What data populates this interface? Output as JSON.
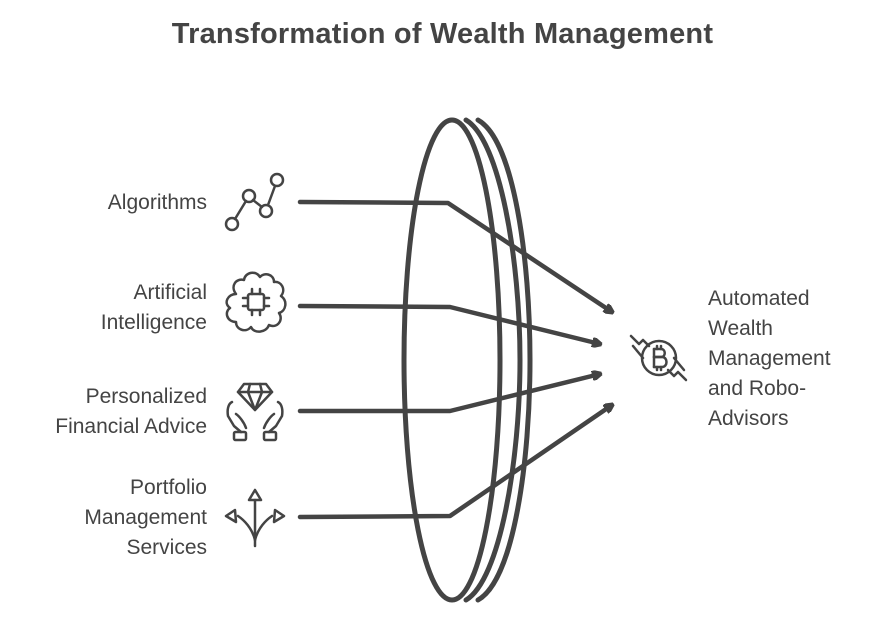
{
  "title": "Transformation of Wealth Management",
  "inputs": [
    {
      "id": "algorithms",
      "icon": "chart-line-icon",
      "lines": [
        "Algorithms"
      ]
    },
    {
      "id": "ai",
      "icon": "brain-chip-icon",
      "lines": [
        "Artificial",
        "Intelligence"
      ]
    },
    {
      "id": "advice",
      "icon": "hands-diamond-icon",
      "lines": [
        "Personalized",
        "Financial Advice"
      ]
    },
    {
      "id": "portfolio",
      "icon": "split-arrows-icon",
      "lines": [
        "Portfolio",
        "Management",
        "Services"
      ]
    }
  ],
  "lens": {
    "name": "lens"
  },
  "output": {
    "icon": "bitcoin-hands-icon",
    "lines": [
      "Automated",
      "Wealth",
      "Management",
      "and Robo-",
      "Advisors"
    ]
  },
  "colors": {
    "stroke": "#444444",
    "background": "#ffffff"
  }
}
